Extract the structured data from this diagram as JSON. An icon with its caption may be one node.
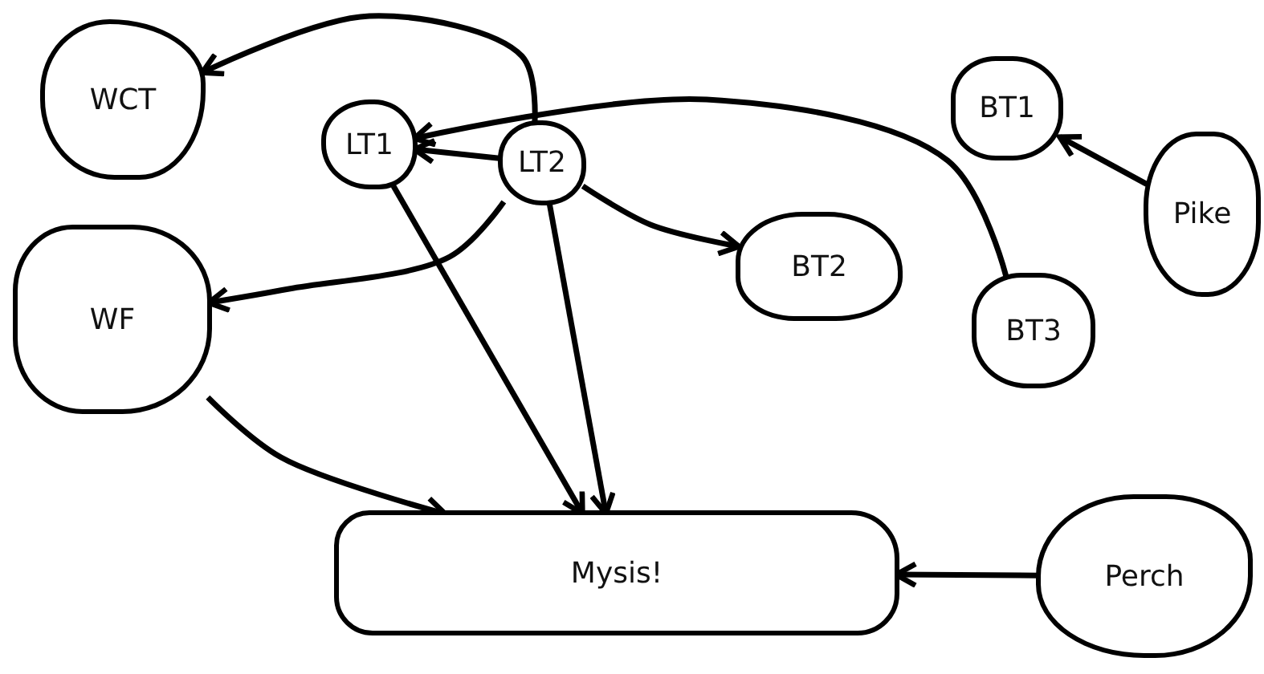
{
  "diagram": {
    "nodes": [
      {
        "text": [
          "WCT"
        ]
      },
      {
        "text": [
          "LT1"
        ]
      },
      {
        "text": [
          "LT2"
        ]
      },
      {
        "text": [
          "BT1"
        ]
      },
      {
        "text": [
          "WF"
        ]
      },
      {
        "text": [
          "BT2"
        ]
      },
      {
        "text": [
          "Pike"
        ]
      },
      {
        "text": [
          "BT3"
        ]
      },
      {
        "text": [
          "Mysis!"
        ]
      },
      {
        "text": [
          "Perch"
        ]
      }
    ],
    "edges": [
      {
        "from": 2,
        "to": 0,
        "arrow": "to"
      },
      {
        "from": 7,
        "to": 1,
        "arrow": "to"
      },
      {
        "from": 2,
        "to": 1,
        "arrow": "to"
      },
      {
        "from": 2,
        "to": 5,
        "arrow": "to"
      },
      {
        "from": 2,
        "to": 4,
        "arrow": "to"
      },
      {
        "from": 1,
        "to": 8,
        "arrow": "to"
      },
      {
        "from": 2,
        "to": 8,
        "arrow": "to"
      },
      {
        "from": 4,
        "to": 8,
        "arrow": "to"
      },
      {
        "from": 6,
        "to": 3,
        "arrow": "to"
      },
      {
        "from": 9,
        "to": 8,
        "arrow": "to"
      }
    ]
  }
}
